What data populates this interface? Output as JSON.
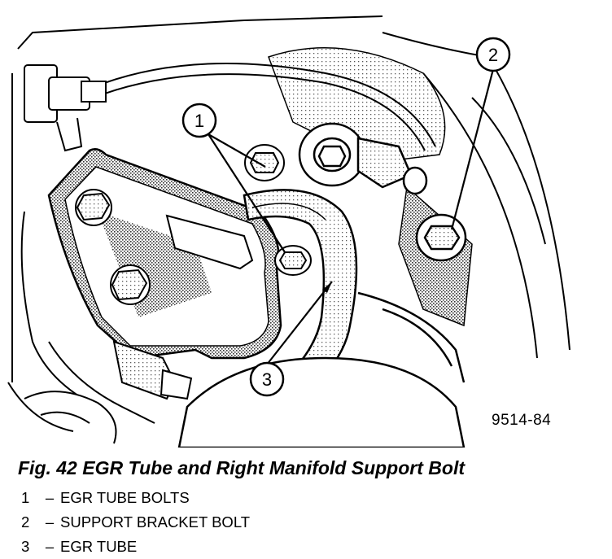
{
  "figure": {
    "number_label": "9514-84",
    "callouts": [
      "1",
      "2",
      "3"
    ]
  },
  "caption": "Fig. 42 EGR Tube and Right Manifold Support Bolt",
  "legend": [
    {
      "num": "1",
      "sep": "–",
      "text": "EGR TUBE BOLTS"
    },
    {
      "num": "2",
      "sep": "–",
      "text": "SUPPORT BRACKET BOLT"
    },
    {
      "num": "3",
      "sep": "–",
      "text": "EGR TUBE"
    }
  ]
}
